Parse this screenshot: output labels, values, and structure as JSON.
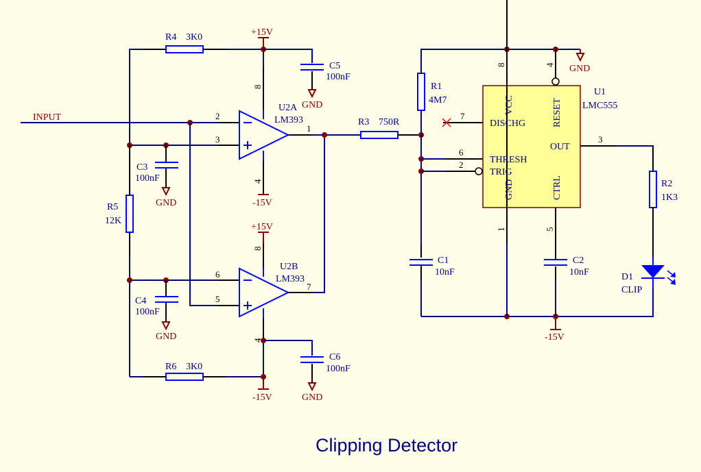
{
  "title": "Clipping Detector",
  "nets": {
    "input": "INPUT",
    "vpos": "+15V",
    "vneg": "-15V",
    "gnd": "GND"
  },
  "components": {
    "R1": {
      "ref": "R1",
      "value": "4M7"
    },
    "R2": {
      "ref": "R2",
      "value": "1K3"
    },
    "R3": {
      "ref": "R3",
      "value": "750R"
    },
    "R4": {
      "ref": "R4",
      "value": "3K0"
    },
    "R5": {
      "ref": "R5",
      "value": "12K"
    },
    "R6": {
      "ref": "R6",
      "value": "3K0"
    },
    "C1": {
      "ref": "C1",
      "value": "10nF"
    },
    "C2": {
      "ref": "C2",
      "value": "10nF"
    },
    "C3": {
      "ref": "C3",
      "value": "100nF"
    },
    "C4": {
      "ref": "C4",
      "value": "100nF"
    },
    "C5": {
      "ref": "C5",
      "value": "100nF"
    },
    "C6": {
      "ref": "C6",
      "value": "100nF"
    },
    "D1": {
      "ref": "D1",
      "value": "CLIP"
    },
    "U2A": {
      "ref": "U2A",
      "value": "LM393",
      "pins": {
        "inm": "2",
        "inp": "3",
        "out": "1",
        "vcc": "8",
        "vee": "4"
      }
    },
    "U2B": {
      "ref": "U2B",
      "value": "LM393",
      "pins": {
        "inm": "6",
        "inp": "5",
        "out": "7",
        "vcc": "8",
        "vee": "4"
      }
    },
    "U1": {
      "ref": "U1",
      "value": "LMC555",
      "pin_names": {
        "vcc": "VCC",
        "reset": "RESET",
        "disch": "DISCHG",
        "thresh": "THRESH",
        "trig": "TRIG",
        "out": "OUT",
        "gnd": "GND",
        "ctrl": "CTRL"
      },
      "pins": {
        "vcc": "8",
        "reset": "4",
        "disch": "7",
        "thresh": "6",
        "trig": "2",
        "out": "3",
        "gnd": "1",
        "ctrl": "5"
      }
    }
  },
  "opamp_symbols": {
    "minus": "−",
    "plus": "+"
  }
}
